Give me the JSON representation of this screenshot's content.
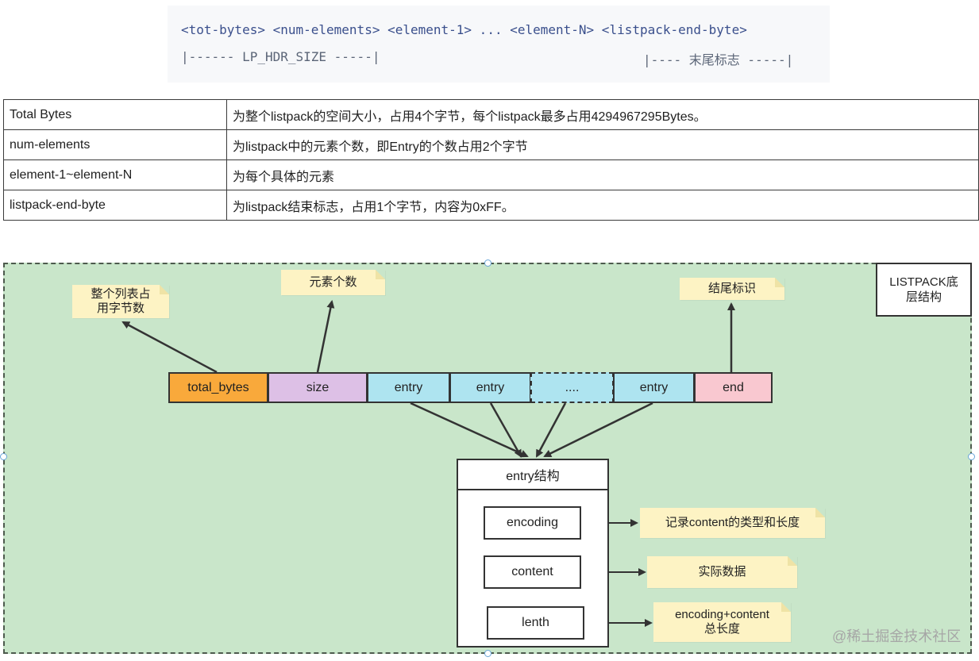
{
  "code": {
    "line1": "<tot-bytes> <num-elements> <element-1> ... <element-N> <listpack-end-byte>",
    "line2_left": "|------ LP_HDR_SIZE -----|",
    "line2_right": "|---- 末尾标志 -----|"
  },
  "table": {
    "rows": [
      {
        "field": "Total Bytes",
        "desc": "为整个listpack的空间大小，占用4个字节，每个listpack最多占用4294967295Bytes。"
      },
      {
        "field": "num-elements",
        "desc": "为listpack中的元素个数，即Entry的个数占用2个字节"
      },
      {
        "field": "element-1~element-N",
        "desc": "为每个具体的元素"
      },
      {
        "field": "listpack-end-byte",
        "desc": "为listpack结束标志，占用1个字节，内容为0xFF。"
      }
    ]
  },
  "diagram": {
    "title_line1": "LISTPACK底",
    "title_line2": "层结构",
    "cells": {
      "total_bytes": "total_bytes",
      "size": "size",
      "entry1": "entry",
      "entry2": "entry",
      "dots": "....",
      "entry3": "entry",
      "end": "end"
    },
    "notes": {
      "total_line1": "整个列表占",
      "total_line2": "用字节数",
      "elements": "元素个数",
      "end": "结尾标识",
      "encoding": "记录content的类型和长度",
      "content": "实际数据",
      "lenth_line1": "encoding+content",
      "lenth_line2": "总长度"
    },
    "entry_struct": {
      "title": "entry结构",
      "encoding": "encoding",
      "content": "content",
      "lenth": "lenth"
    },
    "colors": {
      "background": "#c9e6ca",
      "total_bytes": "#f9a93b",
      "size": "#ddc0e6",
      "entry": "#aee4f0",
      "end": "#f9c8d0",
      "note": "#fdf3c4"
    }
  },
  "watermark": "@稀土掘金技术社区"
}
